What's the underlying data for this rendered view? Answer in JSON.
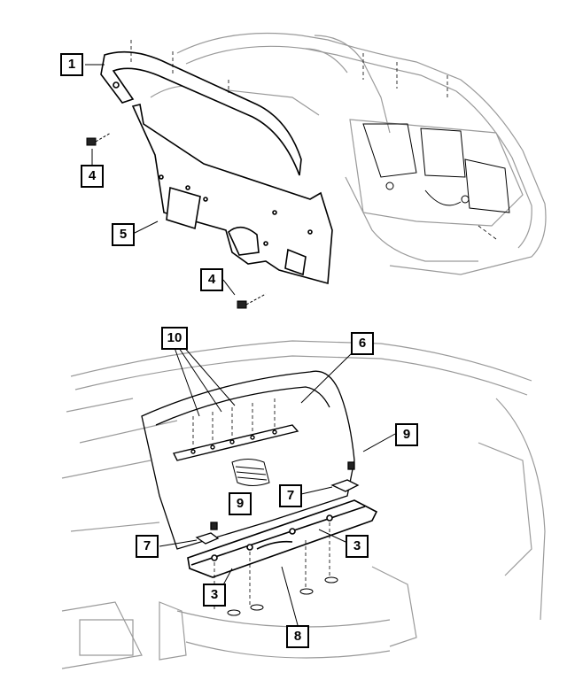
{
  "diagram": {
    "stroke_color": "#000000",
    "light_stroke_color": "#9a9a9a",
    "callouts": {
      "c1": "1",
      "c4_top": "4",
      "c5": "5",
      "c4_mid": "4",
      "c10": "10",
      "c6": "6",
      "c9_right": "9",
      "c7_right": "7",
      "c9_left": "9",
      "c7_left": "7",
      "c3_right": "3",
      "c3_left": "3",
      "c8": "8"
    }
  }
}
